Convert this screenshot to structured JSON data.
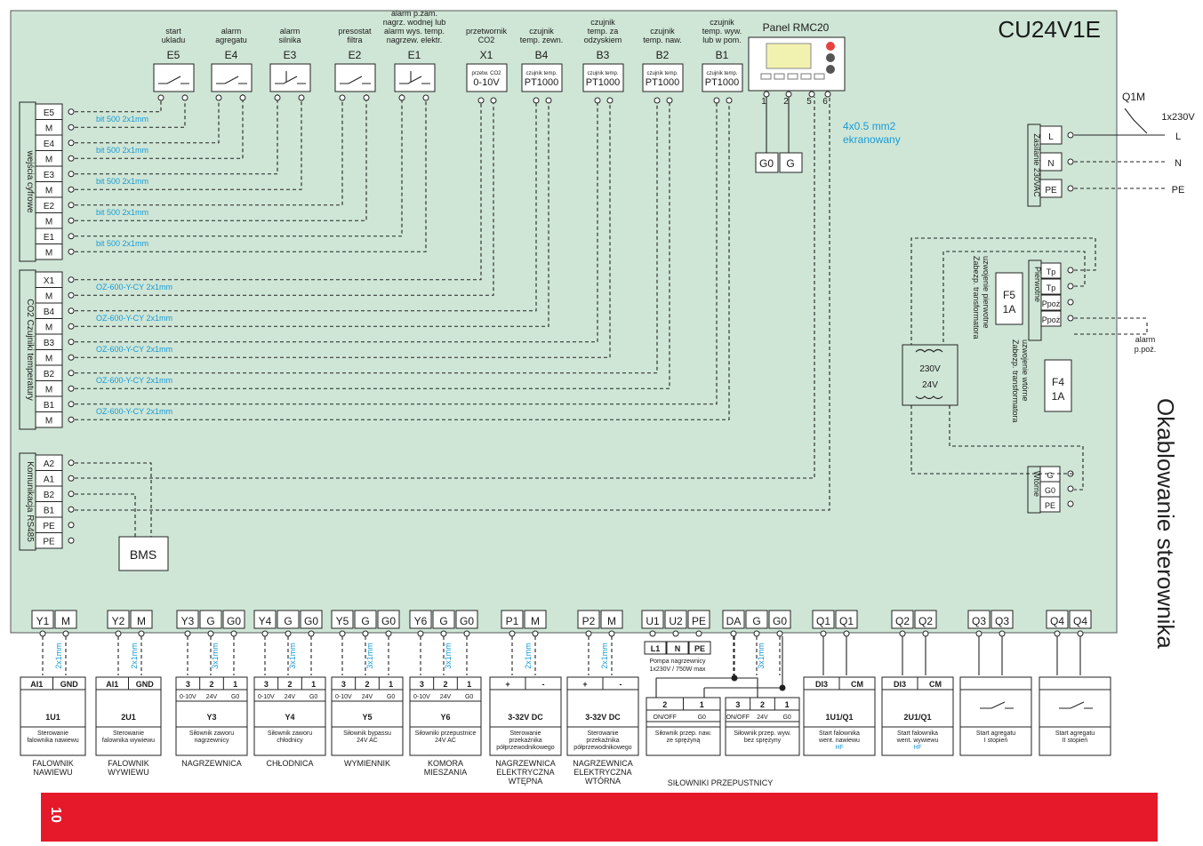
{
  "device_title": "CU24V1E",
  "side_title": "Okablowanie sterownika",
  "page_number": "10",
  "panel": {
    "title": "Panel RMC20",
    "terminals": [
      "1",
      "2",
      "5",
      "6"
    ],
    "g_labels": [
      "G0",
      "G"
    ],
    "cable_note": [
      "4x0.5 mm2",
      "ekranowany"
    ]
  },
  "top_devices": [
    {
      "caption": [
        "start",
        "ukladu"
      ],
      "code": "E5",
      "type": "switch"
    },
    {
      "caption": [
        "alarm",
        "agregatu"
      ],
      "code": "E4",
      "type": "switch"
    },
    {
      "caption": [
        "alarm",
        "silnika"
      ],
      "code": "E3",
      "type": "switch2"
    },
    {
      "caption": [
        "presostat",
        "filtra"
      ],
      "code": "E2",
      "type": "switch"
    },
    {
      "caption": [
        "alarm p.zam.",
        "nagrz. wodnej lub",
        "alarm wys. temp.",
        "nagrzew. elektr."
      ],
      "code": "E1",
      "type": "switch2"
    },
    {
      "caption": [
        "przetwornik",
        "CO2"
      ],
      "code": "X1",
      "small": "przetw. CO2",
      "value": "0-10V"
    },
    {
      "caption": [
        "czujnik",
        "temp. zewn."
      ],
      "code": "B4",
      "small": "czujnik temp.",
      "value": "PT1000"
    },
    {
      "caption": [
        "czujnik",
        "temp. za",
        "odzyskiem"
      ],
      "code": "B3",
      "small": "czujnik temp.",
      "value": "PT1000"
    },
    {
      "caption": [
        "czujnik",
        "temp. naw."
      ],
      "code": "B2",
      "small": "czujnik temp.",
      "value": "PT1000"
    },
    {
      "caption": [
        "czujnik",
        "temp. wyw.",
        "lub w pom."
      ],
      "code": "B1",
      "small": "czujnik temp.",
      "value": "PT1000"
    }
  ],
  "left_groups": [
    {
      "label": "wejścia cyfrowe",
      "rows": [
        "E5",
        "M",
        "E4",
        "M",
        "E3",
        "M",
        "E2",
        "M",
        "E1",
        "M"
      ],
      "cables": [
        "bit 500 2x1mm",
        "bit 500 2x1mm",
        "bit 500 2x1mm",
        "bit 500 2x1mm",
        "bit 500 2x1mm"
      ]
    },
    {
      "label": "CO2   Czujniki temperatury",
      "rows": [
        "X1",
        "M",
        "B4",
        "M",
        "B3",
        "M",
        "B2",
        "M",
        "B1",
        "M"
      ],
      "cables": [
        "OZ-600-Y-CY  2x1mm",
        "OZ-600-Y-CY  2x1mm",
        "OZ-600-Y-CY  2x1mm",
        "OZ-600-Y-CY  2x1mm",
        "OZ-600-Y-CY  2x1mm"
      ]
    },
    {
      "label": "Komunikacja RS485",
      "rows": [
        "A2",
        "A1",
        "B2",
        "B1",
        "PE",
        "PE"
      ]
    }
  ],
  "bms_label": "BMS",
  "right": {
    "supply": {
      "label": "Zasilanie 230VAC",
      "rows": [
        "L",
        "N",
        "PE"
      ],
      "ext": [
        "L",
        "N",
        "PE"
      ],
      "q1m": "Q1M",
      "q1m_note": "1x230V"
    },
    "primary": {
      "label": "Pierwotne",
      "rows": [
        "Tp",
        "Tp",
        "Ppoż",
        "Ppoż"
      ]
    },
    "fuse1": {
      "name": "F5",
      "rating": "1A",
      "desc": [
        "Zabezp. transformatora",
        "uzwojenie pierwotne"
      ]
    },
    "fuse2": {
      "name": "F4",
      "rating": "1A",
      "desc": [
        "Zabezp. transformatora",
        "uzwojenie wtórne"
      ]
    },
    "transformer": [
      "230V",
      "24V"
    ],
    "alarm_note": [
      "alarm",
      "p.poż."
    ],
    "secondary": {
      "label": "Wtórne",
      "rows": [
        "G",
        "G0",
        "PE"
      ]
    }
  },
  "bottom_terminals": [
    [
      "Y1",
      "M"
    ],
    [
      "Y2",
      "M"
    ],
    [
      "Y3",
      "G",
      "G0"
    ],
    [
      "Y4",
      "G",
      "G0"
    ],
    [
      "Y5",
      "G",
      "G0"
    ],
    [
      "Y6",
      "G",
      "G0"
    ],
    [
      "P1",
      "M"
    ],
    [
      "P2",
      "M"
    ],
    [
      "U1",
      "U2",
      "PE"
    ],
    [
      "DA",
      "G",
      "G0"
    ],
    [
      "Q1",
      "Q1"
    ],
    [
      "Q2",
      "Q2"
    ],
    [
      "Q3",
      "Q3"
    ],
    [
      "Q4",
      "Q4"
    ]
  ],
  "bottom_cables": [
    "2x1mm",
    "2x1mm",
    "3x1mm",
    "3x1mm",
    "3x1mm",
    "3x1mm",
    "2x1mm",
    "2x1mm",
    "3x1mm"
  ],
  "pump": {
    "terms": [
      "L1",
      "N",
      "PE"
    ],
    "desc": [
      "Pompa nagrzewnicy",
      "1x230V / 750W max"
    ]
  },
  "modules": [
    {
      "heads": [
        "AI1",
        "GND"
      ],
      "sub": [],
      "name": "1U1",
      "desc": [
        "Sterowanie",
        "falownika nawiewu"
      ],
      "group": [
        "FALOWNIK",
        "NAWIEWU"
      ]
    },
    {
      "heads": [
        "AI1",
        "GND"
      ],
      "sub": [],
      "name": "2U1",
      "desc": [
        "Sterowanie",
        "falownika wywiewu"
      ],
      "group": [
        "FALOWNIK",
        "WYWIEWU"
      ]
    },
    {
      "heads": [
        "3",
        "2",
        "1"
      ],
      "sub": [
        "0-10V",
        "24V",
        "G0"
      ],
      "name": "Y3",
      "desc": [
        "Siłownik zaworu",
        "nagrzewnicy"
      ],
      "group": [
        "NAGRZEWNICA"
      ]
    },
    {
      "heads": [
        "3",
        "2",
        "1"
      ],
      "sub": [
        "0-10V",
        "24V",
        "G0"
      ],
      "name": "Y4",
      "desc": [
        "Siłownik zaworu",
        "chłodnicy"
      ],
      "group": [
        "CHŁODNICA"
      ]
    },
    {
      "heads": [
        "3",
        "2",
        "1"
      ],
      "sub": [
        "0-10V",
        "24V",
        "G0"
      ],
      "name": "Y5",
      "desc": [
        "Siłownik bypassu",
        "24V AC"
      ],
      "group": [
        "WYMIENNIK"
      ]
    },
    {
      "heads": [
        "3",
        "2",
        "1"
      ],
      "sub": [
        "0-10V",
        "24V",
        "G0"
      ],
      "name": "Y6",
      "desc": [
        "Siłowniki przepustnice",
        "24V AC"
      ],
      "group": [
        "KOMORA",
        "MIESZANIA"
      ]
    },
    {
      "heads": [
        "+",
        "-"
      ],
      "sub": [],
      "name": "3-32V DC",
      "desc": [
        "Sterowanie",
        "przekaźnika",
        "półprzewodnikowego"
      ],
      "group": [
        "NAGRZEWNICA",
        "ELEKTRYCZNA",
        "WTĘPNA"
      ]
    },
    {
      "heads": [
        "+",
        "-"
      ],
      "sub": [],
      "name": "3-32V DC",
      "desc": [
        "Sterowanie",
        "przekaźnika",
        "półprzewodnikowego"
      ],
      "group": [
        "NAGRZEWNICA",
        "ELEKTRYCZNA",
        "WTÓRNA"
      ]
    },
    {
      "heads": [
        "2",
        "1"
      ],
      "sub": [
        "ON/OFF",
        "G0"
      ],
      "name": "",
      "desc": [
        "Siłownik przep. naw.",
        "ze sprężyną"
      ],
      "group": []
    },
    {
      "heads": [
        "3",
        "2",
        "1"
      ],
      "sub": [
        "ON/OFF",
        "24V",
        "G0"
      ],
      "name": "",
      "desc": [
        "Siłownik przep. wyw.",
        "bez sprężyny"
      ],
      "group": []
    },
    {
      "heads": [
        "DI3",
        "CM"
      ],
      "sub": [],
      "name": "1U1/Q1",
      "desc": [
        "Start falownika",
        "went. nawiewu",
        "HF"
      ],
      "group": []
    },
    {
      "heads": [
        "DI3",
        "CM"
      ],
      "sub": [],
      "name": "2U1/Q1",
      "desc": [
        "Start falownika",
        "went. wywiewu",
        "HF"
      ],
      "group": []
    },
    {
      "heads": [],
      "sub": [],
      "name": "",
      "desc": [
        "Start agregatu",
        "I stopień"
      ],
      "group": []
    },
    {
      "heads": [],
      "sub": [],
      "name": "",
      "desc": [
        "Start agregatu",
        "II stopień"
      ],
      "group": []
    }
  ],
  "damper_group": "SIŁOWNIKI PRZEPUSTNICY",
  "colors": {
    "board": "#cfe6d6",
    "accent_blue": "#1a9ad6",
    "footer_red": "#e6192b"
  }
}
